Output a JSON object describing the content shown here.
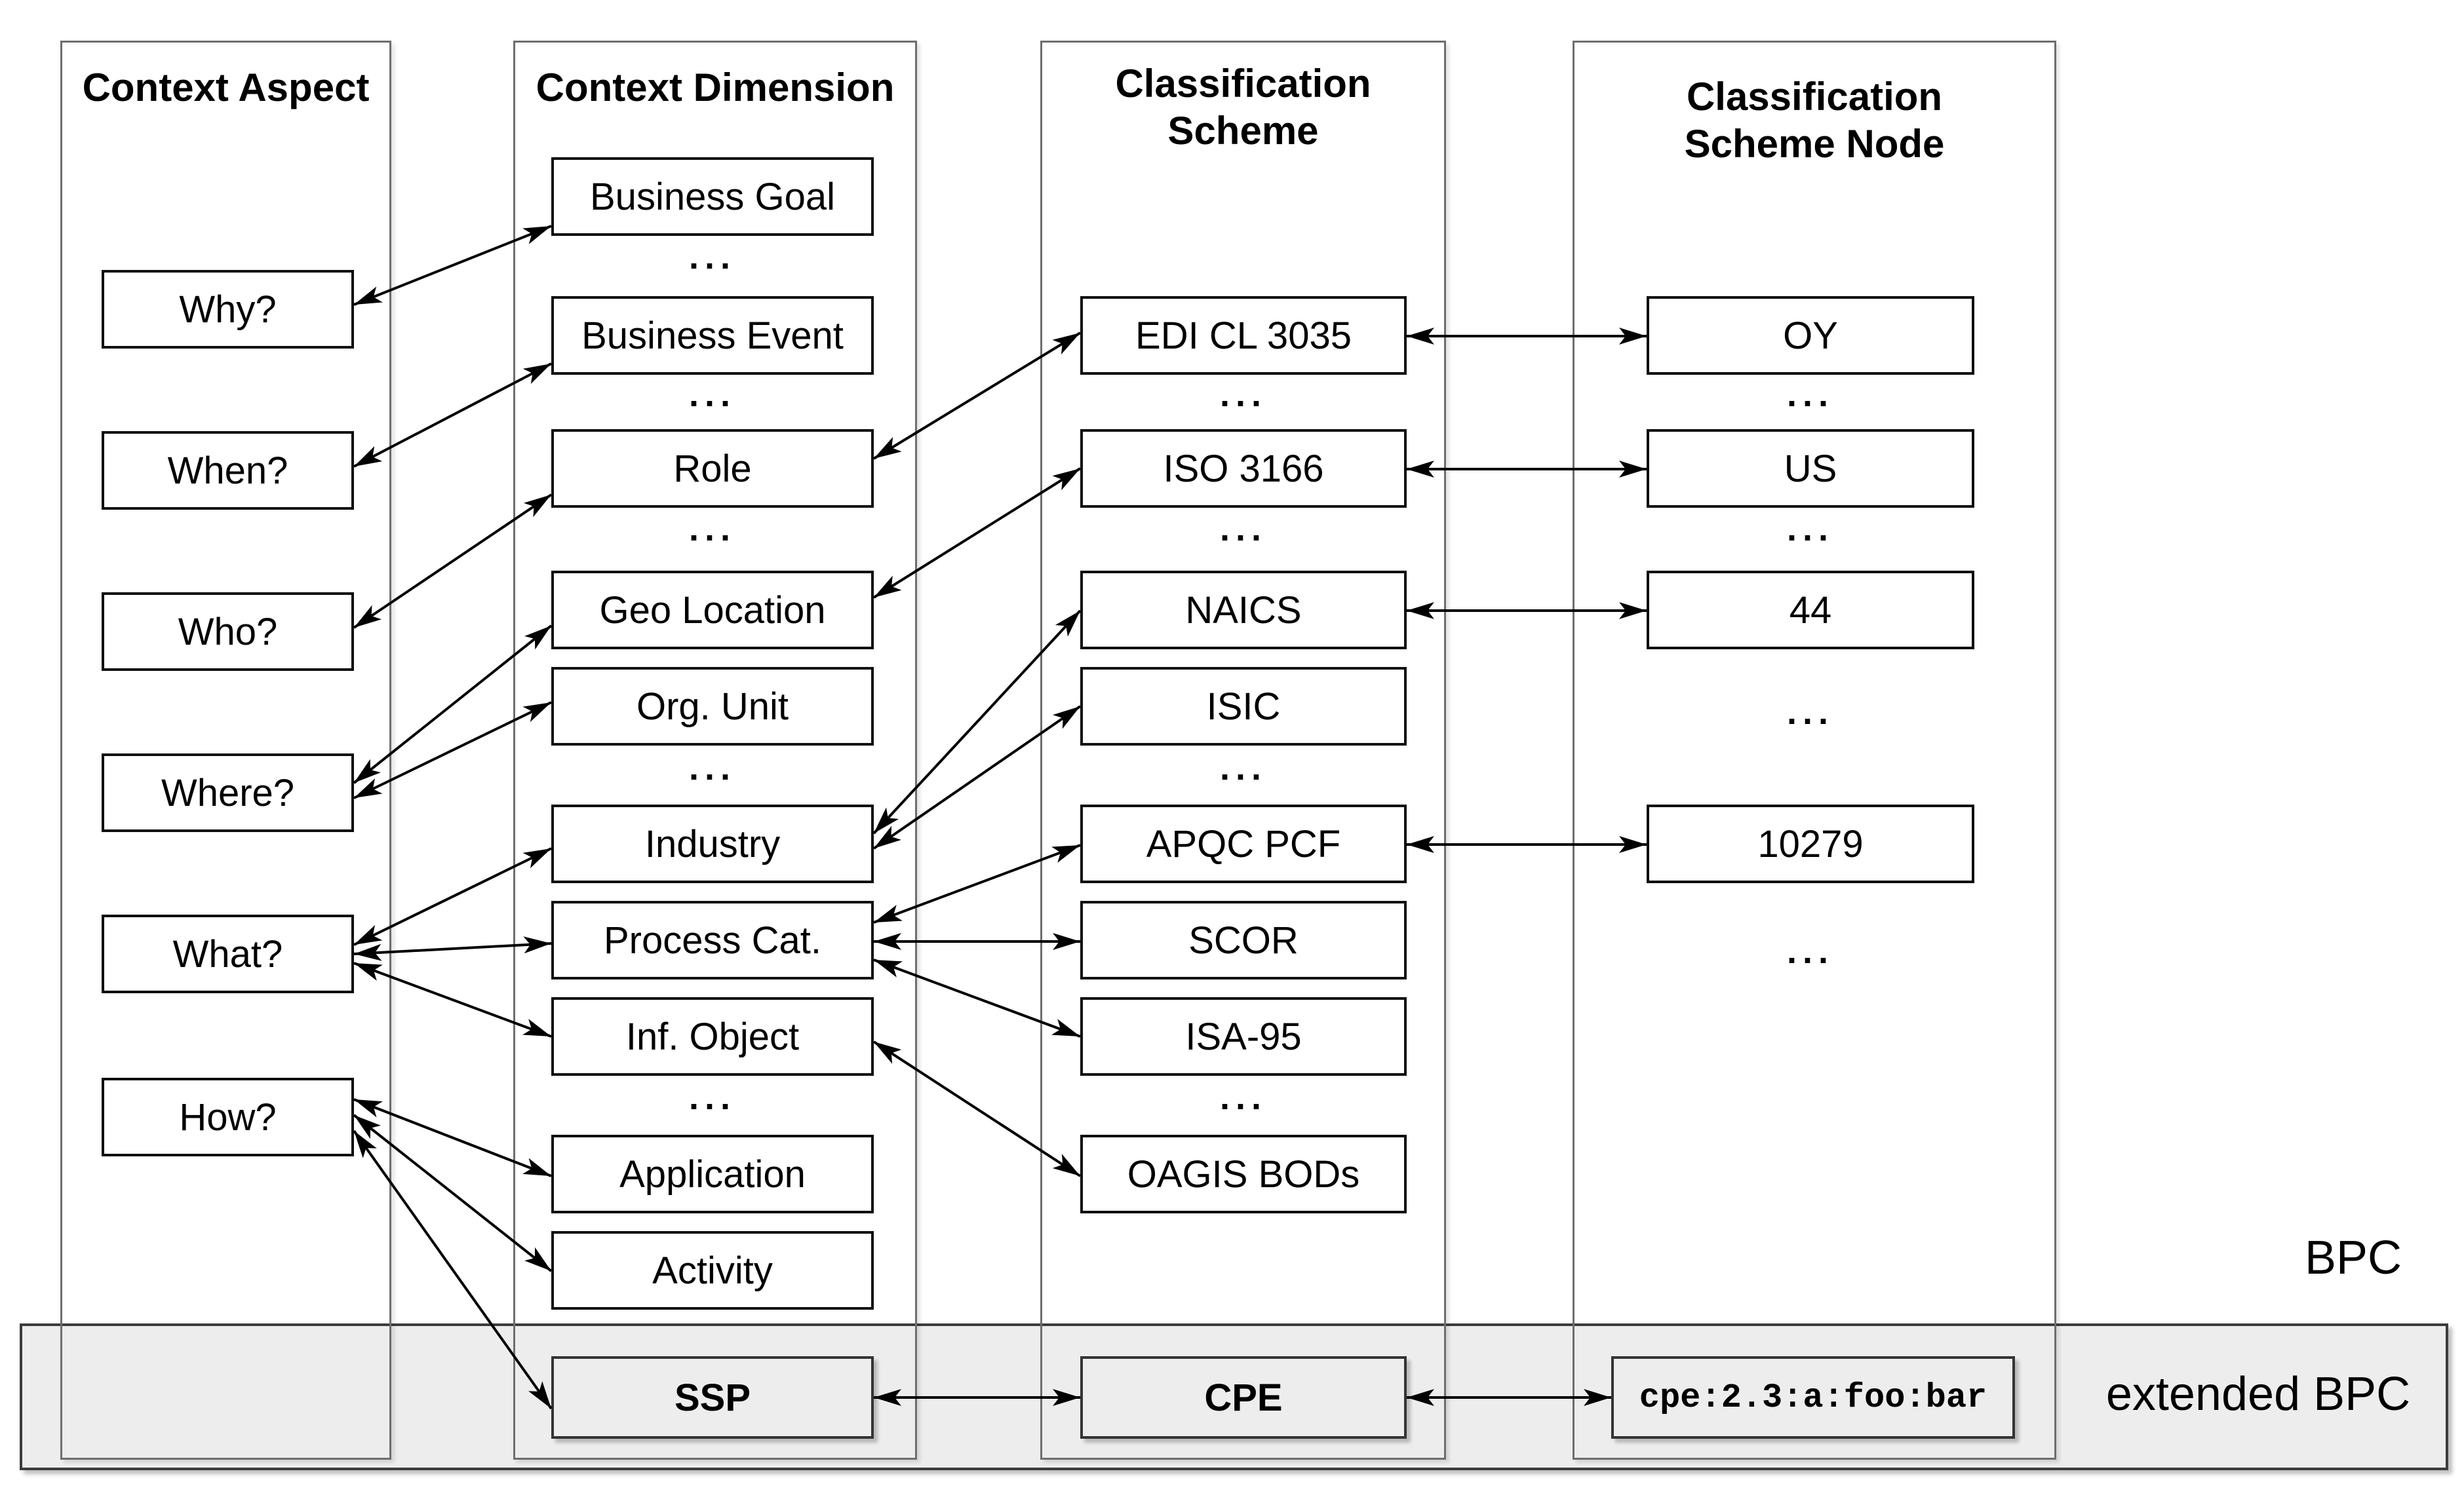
{
  "diagram": {
    "ellipsis": "...",
    "columns": [
      {
        "id": "context-aspect",
        "title": "Context Aspect",
        "boxes": [
          {
            "label": "Why?"
          },
          {
            "label": "When?"
          },
          {
            "label": "Who?"
          },
          {
            "label": "Where?"
          },
          {
            "label": "What?"
          },
          {
            "label": "How?"
          }
        ]
      },
      {
        "id": "context-dimension",
        "title": "Context Dimension",
        "boxes": [
          {
            "label": "Business Goal"
          },
          {
            "label": "Business Event"
          },
          {
            "label": "Role"
          },
          {
            "label": "Geo Location"
          },
          {
            "label": "Org. Unit"
          },
          {
            "label": "Industry"
          },
          {
            "label": "Process Cat."
          },
          {
            "label": "Inf. Object"
          },
          {
            "label": "Application"
          },
          {
            "label": "Activity"
          },
          {
            "label": "SSP"
          }
        ]
      },
      {
        "id": "classification-scheme",
        "title": "Classification\nScheme",
        "boxes": [
          {
            "label": "EDI CL 3035"
          },
          {
            "label": "ISO 3166"
          },
          {
            "label": "NAICS"
          },
          {
            "label": "ISIC"
          },
          {
            "label": "APQC PCF"
          },
          {
            "label": "SCOR"
          },
          {
            "label": "ISA-95"
          },
          {
            "label": "OAGIS BODs"
          },
          {
            "label": "CPE"
          }
        ]
      },
      {
        "id": "classification-scheme-node",
        "title": "Classification\nScheme Node",
        "boxes": [
          {
            "label": "OY"
          },
          {
            "label": "US"
          },
          {
            "label": "44"
          },
          {
            "label": "10279"
          },
          {
            "label": "cpe:2.3:a:foo:bar"
          }
        ]
      }
    ],
    "labels": {
      "bpc": "BPC",
      "extended_bpc": "extended BPC"
    },
    "connections": [
      {
        "from": "Why?",
        "to": "Business Goal",
        "style": "double-arrow"
      },
      {
        "from": "When?",
        "to": "Business Event",
        "style": "double-arrow"
      },
      {
        "from": "Who?",
        "to": "Role",
        "style": "double-arrow"
      },
      {
        "from": "Where?",
        "to": "Geo Location",
        "style": "double-arrow"
      },
      {
        "from": "Where?",
        "to": "Org. Unit",
        "style": "double-arrow"
      },
      {
        "from": "What?",
        "to": "Industry",
        "style": "double-arrow"
      },
      {
        "from": "What?",
        "to": "Process Cat.",
        "style": "double-arrow"
      },
      {
        "from": "What?",
        "to": "Inf. Object",
        "style": "double-arrow"
      },
      {
        "from": "How?",
        "to": "Application",
        "style": "double-arrow"
      },
      {
        "from": "How?",
        "to": "Activity",
        "style": "double-arrow"
      },
      {
        "from": "How?",
        "to": "SSP",
        "style": "double-arrow"
      },
      {
        "from": "Role",
        "to": "EDI CL 3035",
        "style": "double-arrow"
      },
      {
        "from": "Geo Location",
        "to": "ISO 3166",
        "style": "double-arrow"
      },
      {
        "from": "Industry",
        "to": "NAICS",
        "style": "double-arrow"
      },
      {
        "from": "Industry",
        "to": "ISIC",
        "style": "double-arrow"
      },
      {
        "from": "Process Cat.",
        "to": "APQC PCF",
        "style": "double-arrow"
      },
      {
        "from": "Process Cat.",
        "to": "SCOR",
        "style": "double-arrow"
      },
      {
        "from": "Process Cat.",
        "to": "ISA-95",
        "style": "double-arrow"
      },
      {
        "from": "Inf. Object",
        "to": "OAGIS BODs",
        "style": "double-arrow"
      },
      {
        "from": "SSP",
        "to": "CPE",
        "style": "double-arrow"
      },
      {
        "from": "EDI CL 3035",
        "to": "OY",
        "style": "double-arrow"
      },
      {
        "from": "ISO 3166",
        "to": "US",
        "style": "double-arrow"
      },
      {
        "from": "NAICS",
        "to": "44",
        "style": "double-arrow"
      },
      {
        "from": "APQC PCF",
        "to": "10279",
        "style": "double-arrow"
      },
      {
        "from": "CPE",
        "to": "cpe:2.3:a:foo:bar",
        "style": "double-arrow"
      }
    ],
    "colors": {
      "band_fill": "#ededed",
      "band_border": "#3c3c3c",
      "box_border": "#0d0d0d",
      "column_border": "#6e6e6e",
      "line": "#000000"
    }
  }
}
